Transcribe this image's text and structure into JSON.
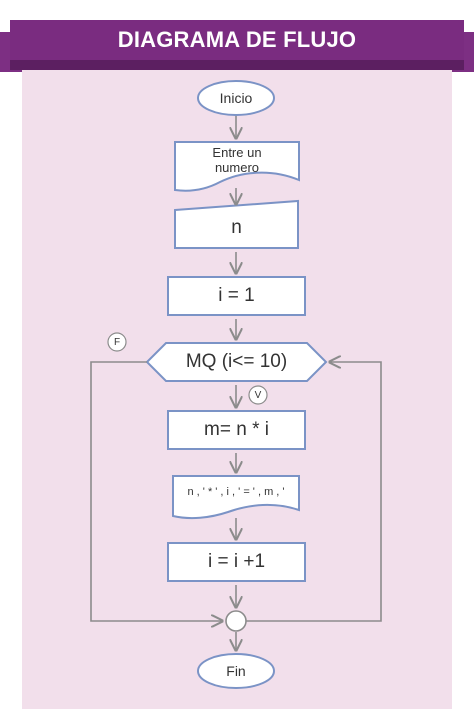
{
  "title": "DIAGRAMA DE FLUJO",
  "nodes": {
    "start": "Inicio",
    "input_prompt_line1": "Entre un",
    "input_prompt_line2": "numero",
    "read_n": "n",
    "init_i": "i = 1",
    "loop_condition": "MQ (i<= 10)",
    "false_marker": "F",
    "true_marker": "V",
    "compute_m": "m= n * i",
    "output": "n , ' * ' , i , ' = ' , m , '",
    "increment": "i = i +1",
    "end": "Fin"
  },
  "colors": {
    "banner": "#7a2c80",
    "background": "#f2dfeb",
    "shape_border": "#7b93c6",
    "connector": "#8c8c8c"
  }
}
